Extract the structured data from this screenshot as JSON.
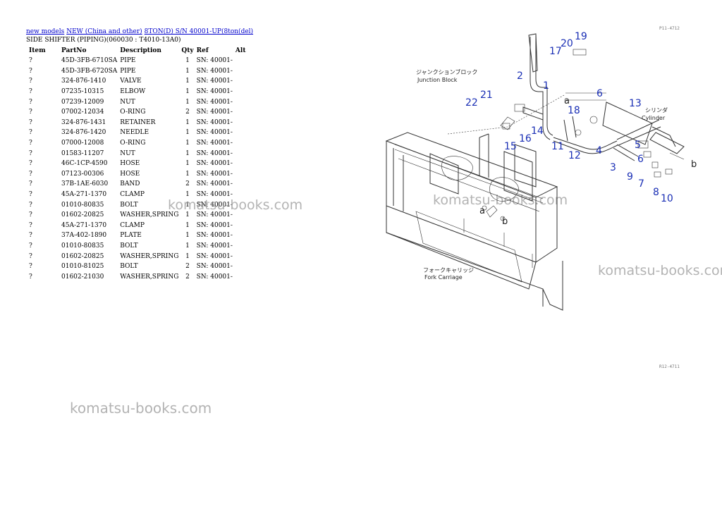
{
  "breadcrumb": {
    "links": [
      "new models",
      "NEW (China and other)",
      "8TON(D) S/N 40001-UP(8ton(del)"
    ]
  },
  "page_title": "SIDE SHIFTER (PIPING)(060030 : T4010-13A0)",
  "table": {
    "headers": [
      "Item",
      "PartNo",
      "Description",
      "Qty",
      "Ref",
      "Alt"
    ],
    "rows": [
      [
        "?",
        "45D-3FB-6710SA",
        "PIPE",
        "1",
        "SN: 40001-",
        ""
      ],
      [
        "?",
        "45D-3FB-6720SA",
        "PIPE",
        "1",
        "SN: 40001-",
        ""
      ],
      [
        "?",
        "324-876-1410",
        "VALVE",
        "1",
        "SN: 40001-",
        ""
      ],
      [
        "?",
        "07235-10315",
        "ELBOW",
        "1",
        "SN: 40001-",
        ""
      ],
      [
        "?",
        "07239-12009",
        "NUT",
        "1",
        "SN: 40001-",
        ""
      ],
      [
        "?",
        "07002-12034",
        "O-RING",
        "2",
        "SN: 40001-",
        ""
      ],
      [
        "?",
        "324-876-1431",
        "RETAINER",
        "1",
        "SN: 40001-",
        ""
      ],
      [
        "?",
        "324-876-1420",
        "NEEDLE",
        "1",
        "SN: 40001-",
        ""
      ],
      [
        "?",
        "07000-12008",
        "O-RING",
        "1",
        "SN: 40001-",
        ""
      ],
      [
        "?",
        "01583-11207",
        "NUT",
        "1",
        "SN: 40001-",
        ""
      ],
      [
        "?",
        "46C-1CP-4590",
        "HOSE",
        "1",
        "SN: 40001-",
        ""
      ],
      [
        "?",
        "07123-00306",
        "HOSE",
        "1",
        "SN: 40001-",
        ""
      ],
      [
        "?",
        "37B-1AE-6030",
        "BAND",
        "2",
        "SN: 40001-",
        ""
      ],
      [
        "?",
        "45A-271-1370",
        "CLAMP",
        "1",
        "SN: 40001-",
        ""
      ],
      [
        "?",
        "01010-80835",
        "BOLT",
        "1",
        "SN: 40001-",
        ""
      ],
      [
        "?",
        "01602-20825",
        "WASHER,SPRING",
        "1",
        "SN: 40001-",
        ""
      ],
      [
        "?",
        "45A-271-1370",
        "CLAMP",
        "1",
        "SN: 40001-",
        ""
      ],
      [
        "?",
        "37A-402-1890",
        "PLATE",
        "1",
        "SN: 40001-",
        ""
      ],
      [
        "?",
        "01010-80835",
        "BOLT",
        "1",
        "SN: 40001-",
        ""
      ],
      [
        "?",
        "01602-20825",
        "WASHER,SPRING",
        "1",
        "SN: 40001-",
        ""
      ],
      [
        "?",
        "01010-81025",
        "BOLT",
        "2",
        "SN: 40001-",
        ""
      ],
      [
        "?",
        "01602-21030",
        "WASHER,SPRING",
        "2",
        "SN: 40001-",
        ""
      ]
    ]
  },
  "watermarks": [
    "komatsu-books.com",
    "komatsu-books.com",
    "komatsu-books.com",
    "komatsu-books.com"
  ],
  "diagram": {
    "captions": {
      "junction_jp": "ジャンクションブロック",
      "junction_en": "Junction Block",
      "cylinder_jp": "シリンダ",
      "cylinder_en": "Cylinder",
      "fork_jp": "フォークキャリッジ",
      "fork_en": "Fork Carriage"
    },
    "page_codes": [
      "P11-4712",
      "R12-4711"
    ],
    "letters": {
      "a": "a",
      "b": "b",
      "a_on_carriage": "a",
      "b_on_carriage": "b"
    },
    "callouts": [
      "1",
      "2",
      "3",
      "4",
      "5",
      "6",
      "6",
      "7",
      "8",
      "9",
      "10",
      "11",
      "12",
      "13",
      "14",
      "15",
      "16",
      "17",
      "18",
      "19",
      "20",
      "21",
      "22"
    ],
    "callout_color": "#1a2fb5"
  }
}
